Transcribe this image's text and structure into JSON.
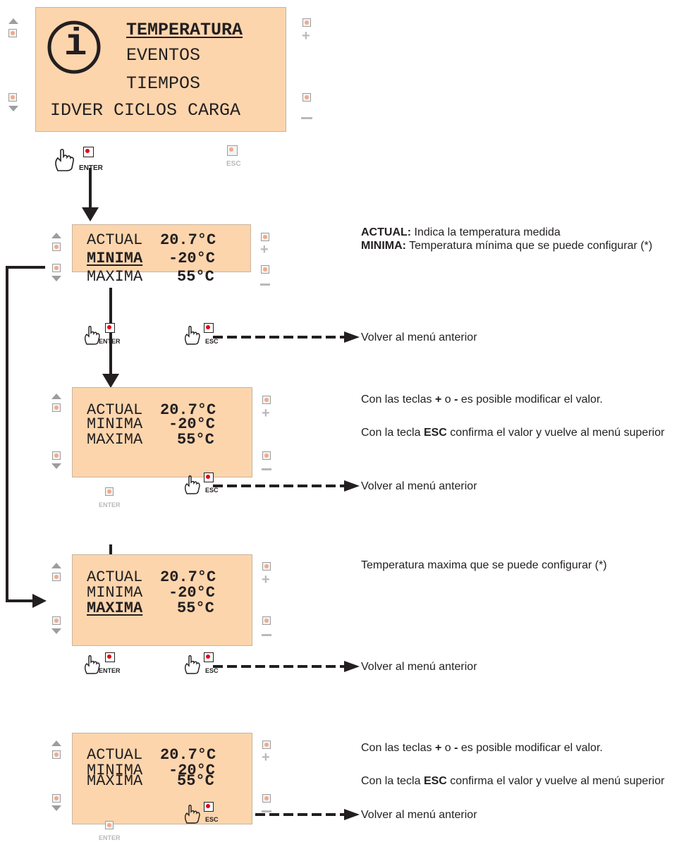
{
  "main_menu": {
    "items": [
      "TEMPERATURA",
      "EVENTOS",
      "TIEMPOS"
    ],
    "bottom_row": "IDVER CICLOS CARGA",
    "info_icon_glyph": "i"
  },
  "keys": {
    "enter": "ENTER",
    "esc": "ESC"
  },
  "temp_screen": {
    "actual_label": "ACTUAL",
    "actual_value": "20.7°C",
    "minima_label": "MINIMA",
    "minima_value": "-20°C",
    "maxima_label": "MAXIMA",
    "maxima_value": "55°C"
  },
  "notes": {
    "actual_term": "ACTUAL:",
    "actual_desc": " Indica la temperatura medida",
    "minima_term": "MINIMA:",
    "minima_desc": " Temperatura mínima que se puede configurar (*)",
    "keys_pre": "Con las teclas ",
    "keys_plus": "+",
    "keys_mid": " o ",
    "keys_minus": "-",
    "keys_post": " es posible modificar el valor.",
    "esc_pre": "Con la tecla ",
    "esc_key": "ESC",
    "esc_post": " confirma el valor y vuelve al menú superior",
    "maxima_desc": "Temperatura maxima que se puede configurar (*)",
    "back": "Volver al menú anterior"
  },
  "colors": {
    "lcd_bg": "#fcd5ad",
    "highlight": "#e30613",
    "key_dot": "#f2a98a"
  }
}
